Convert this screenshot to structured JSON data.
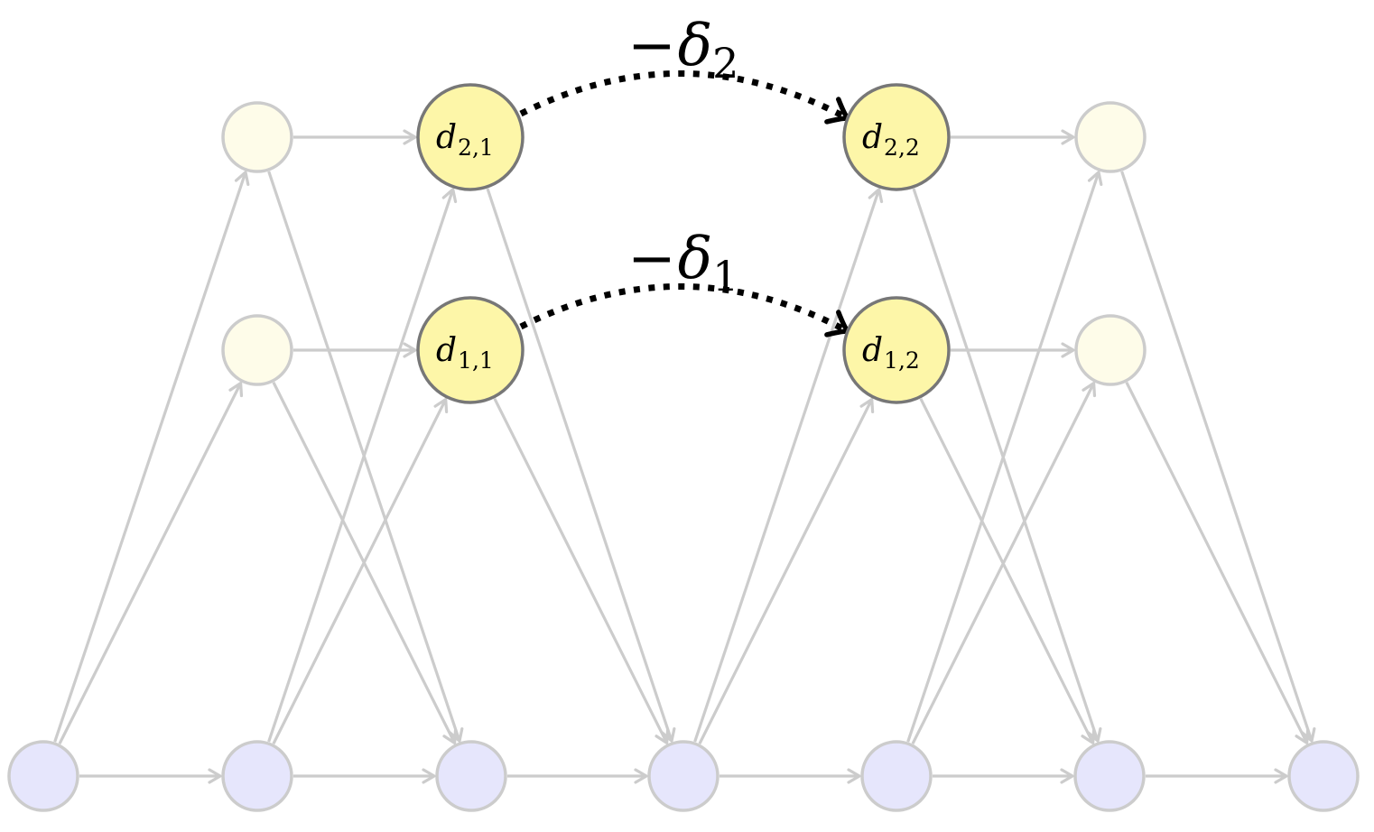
{
  "colors": {
    "edge": "#cccccc",
    "bottom_fill": "#e6e6fc",
    "bottom_stroke": "#cccccc",
    "faded_fill": "#fefce9",
    "faded_stroke": "#cccccc",
    "active_fill": "#fdf6a8",
    "active_stroke": "#777777",
    "dotted": "#000000"
  },
  "nodes": [
    {
      "id": "b0",
      "kind": "bottom"
    },
    {
      "id": "b1",
      "kind": "bottom"
    },
    {
      "id": "b2",
      "kind": "bottom"
    },
    {
      "id": "b3",
      "kind": "bottom"
    },
    {
      "id": "b4",
      "kind": "bottom"
    },
    {
      "id": "b5",
      "kind": "bottom"
    },
    {
      "id": "b6",
      "kind": "bottom"
    },
    {
      "id": "u1a",
      "kind": "faded"
    },
    {
      "id": "u2a",
      "kind": "faded"
    },
    {
      "id": "u1b",
      "kind": "faded"
    },
    {
      "id": "u2b",
      "kind": "faded"
    },
    {
      "id": "d11",
      "kind": "active",
      "label": "d",
      "sub": "1,1"
    },
    {
      "id": "d21",
      "kind": "active",
      "label": "d",
      "sub": "2,1"
    },
    {
      "id": "d12",
      "kind": "active",
      "label": "d",
      "sub": "1,2"
    },
    {
      "id": "d22",
      "kind": "active",
      "label": "d",
      "sub": "2,2"
    }
  ],
  "edges": [
    [
      "b0",
      "b1"
    ],
    [
      "b1",
      "b2"
    ],
    [
      "b2",
      "b3"
    ],
    [
      "b3",
      "b4"
    ],
    [
      "b4",
      "b5"
    ],
    [
      "b5",
      "b6"
    ],
    [
      "u1a",
      "d11"
    ],
    [
      "u2a",
      "d21"
    ],
    [
      "d12",
      "u1b"
    ],
    [
      "d22",
      "u2b"
    ],
    [
      "b0",
      "u1a"
    ],
    [
      "b0",
      "u2a"
    ],
    [
      "u1a",
      "b2"
    ],
    [
      "u2a",
      "b2"
    ],
    [
      "b1",
      "d11"
    ],
    [
      "b1",
      "d21"
    ],
    [
      "d11",
      "b3"
    ],
    [
      "d21",
      "b3"
    ],
    [
      "b3",
      "d12"
    ],
    [
      "b3",
      "d22"
    ],
    [
      "d12",
      "b5"
    ],
    [
      "d22",
      "b5"
    ],
    [
      "b4",
      "u1b"
    ],
    [
      "b4",
      "u2b"
    ],
    [
      "u1b",
      "b6"
    ],
    [
      "u2b",
      "b6"
    ]
  ],
  "dotted_edges": [
    {
      "from": "d21",
      "to": "d22",
      "minus": "−",
      "greek": "δ",
      "sub": "2"
    },
    {
      "from": "d11",
      "to": "d12",
      "minus": "−",
      "greek": "δ",
      "sub": "1"
    }
  ]
}
